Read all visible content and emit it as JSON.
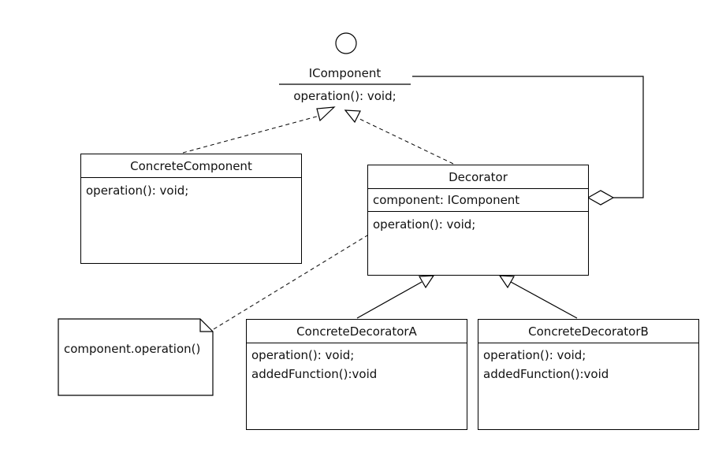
{
  "interface": {
    "name": "IComponent",
    "method": "operation(): void;"
  },
  "concrete_component": {
    "name": "ConcreteComponent",
    "method": "operation(): void;"
  },
  "decorator": {
    "name": "Decorator",
    "attribute": "component: IComponent",
    "method": "operation(): void;"
  },
  "concrete_decorator_a": {
    "name": "ConcreteDecoratorA",
    "method": "operation(): void;",
    "added": "addedFunction():void"
  },
  "concrete_decorator_b": {
    "name": "ConcreteDecoratorB",
    "method": "operation(): void;",
    "added": "addedFunction():void"
  },
  "note": {
    "text": "component.operation()"
  }
}
